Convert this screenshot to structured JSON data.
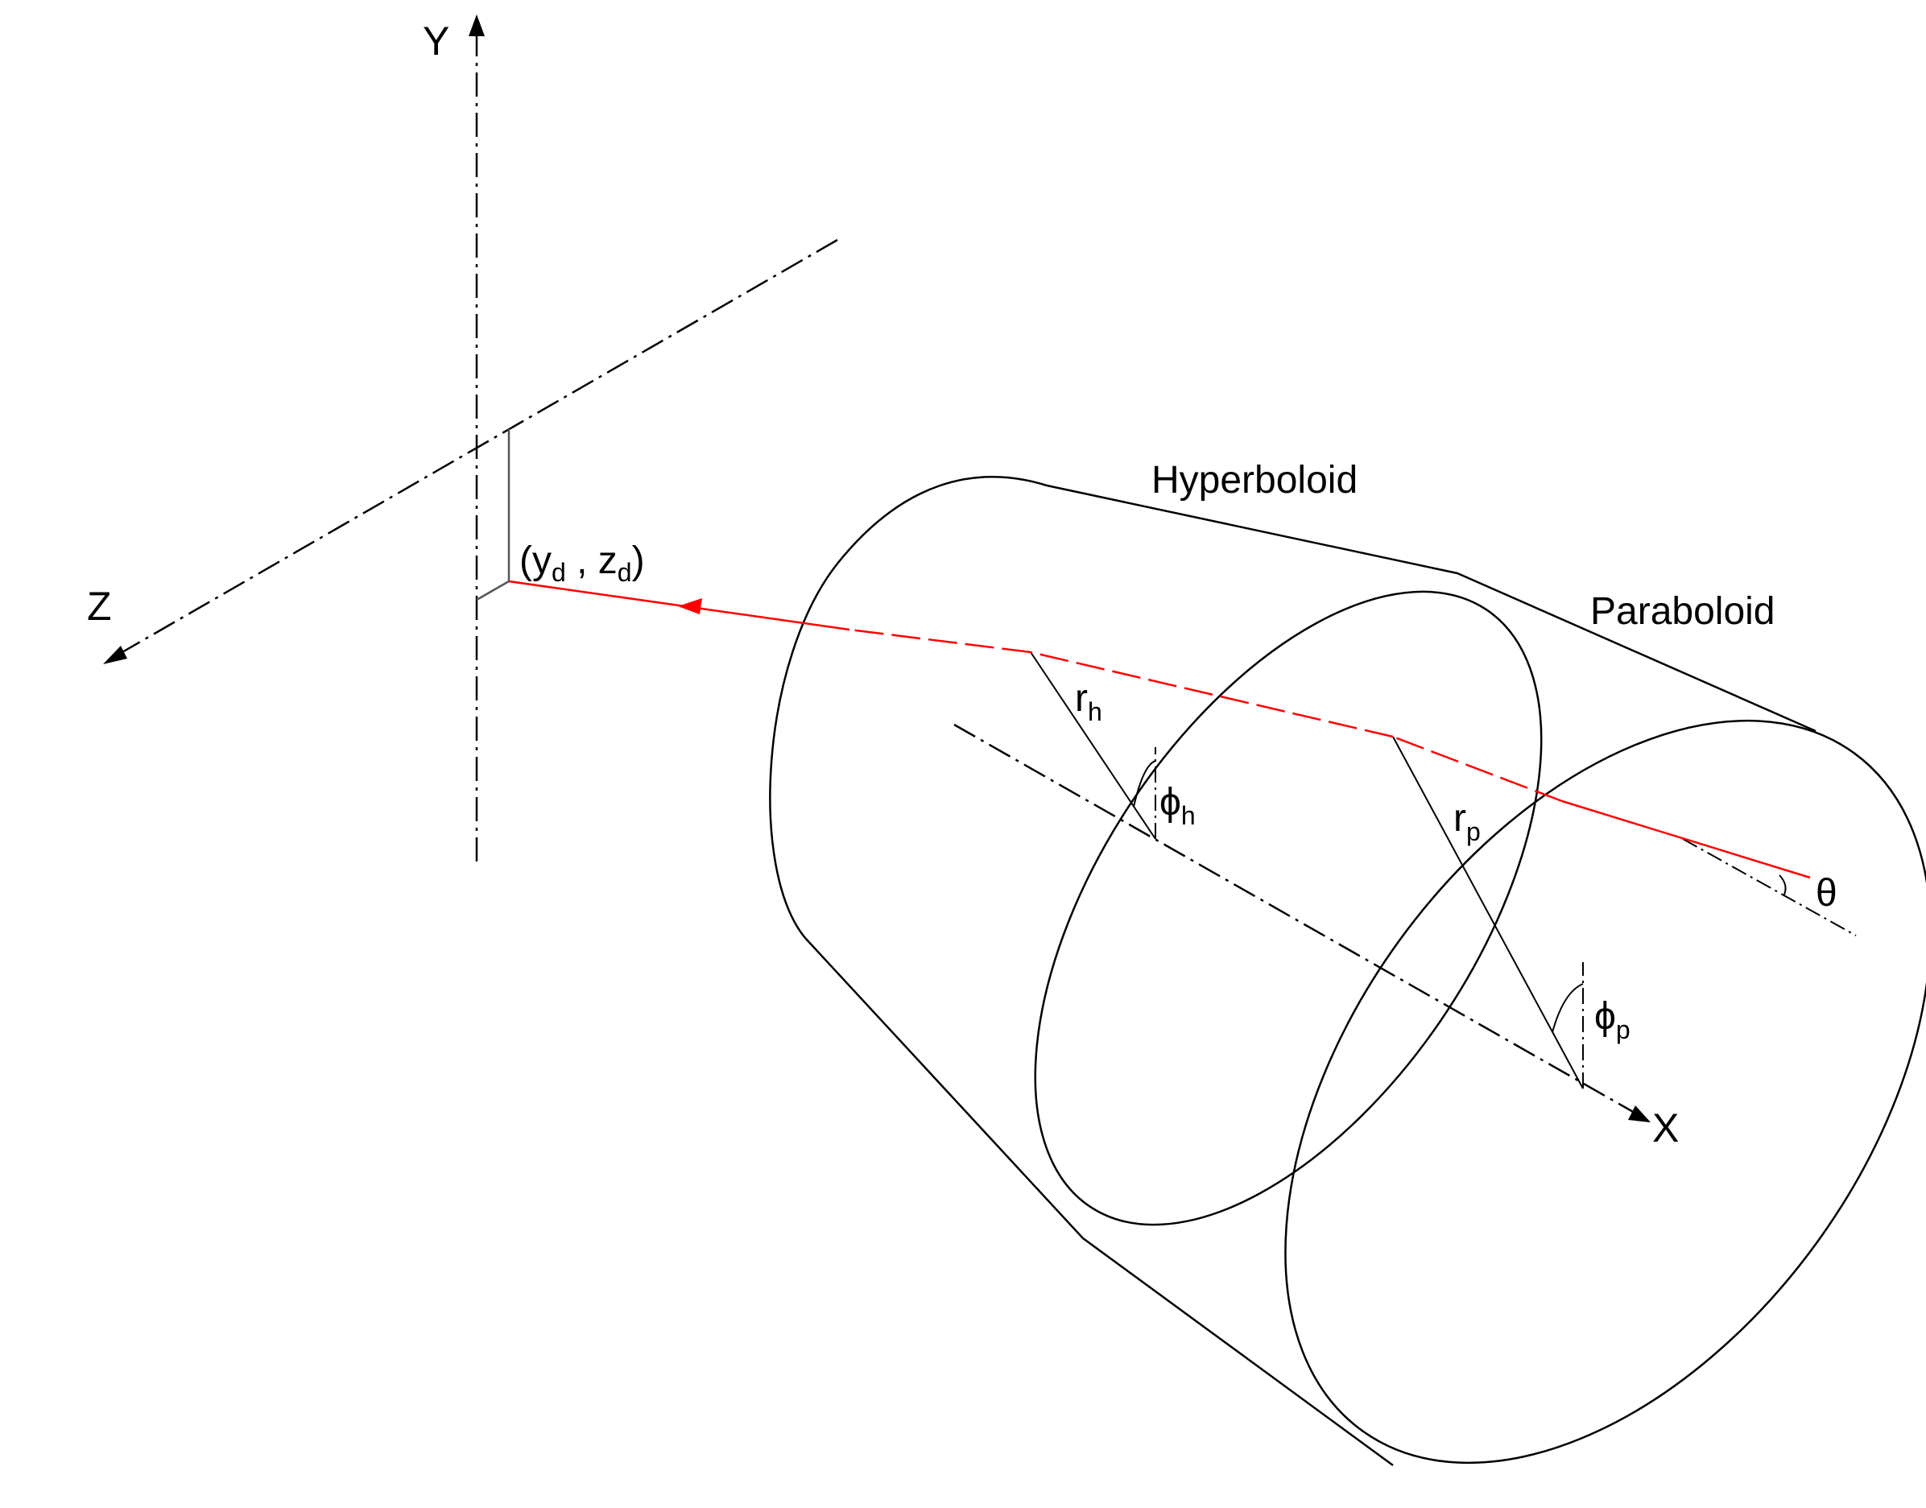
{
  "axes": {
    "y_label": "Y",
    "z_label": "Z",
    "x_label": "X"
  },
  "labels": {
    "hyperboloid": "Hyperboloid",
    "paraboloid": "Paraboloid",
    "detector_coord": {
      "open": "(y",
      "sub1": "d",
      "mid": " , z",
      "sub2": "d",
      "close": ")"
    },
    "r_h": {
      "base": "r",
      "sub": "h"
    },
    "r_p": {
      "base": "r",
      "sub": "p"
    },
    "phi_h": {
      "base": "ϕ",
      "sub": "h"
    },
    "phi_p": {
      "base": "ϕ",
      "sub": "p"
    },
    "theta": "θ"
  },
  "colors": {
    "line": "#000000",
    "ray": "#ff0000",
    "background": "#ffffff"
  }
}
